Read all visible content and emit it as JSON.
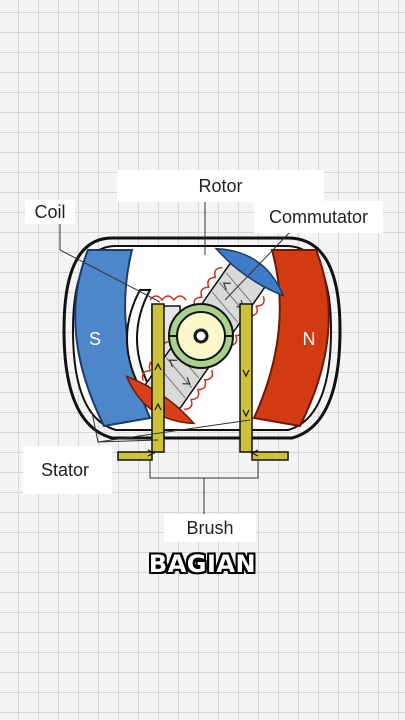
{
  "labels": {
    "rotor": "Rotor",
    "coil": "Coil",
    "commutator": "Commutator",
    "stator": "Stator",
    "brush": "Brush"
  },
  "poles": {
    "south": "S",
    "north": "N"
  },
  "caption": "BAGIAN",
  "colors": {
    "south_pole": "#4d86c9",
    "north_pole": "#d23a12",
    "rotor_blue": "#3f7cc8",
    "rotor_red": "#d8401a",
    "commutator_green": "#a9d08e",
    "brush_yellow": "#cfc23b",
    "coil_red": "#c8321d"
  }
}
